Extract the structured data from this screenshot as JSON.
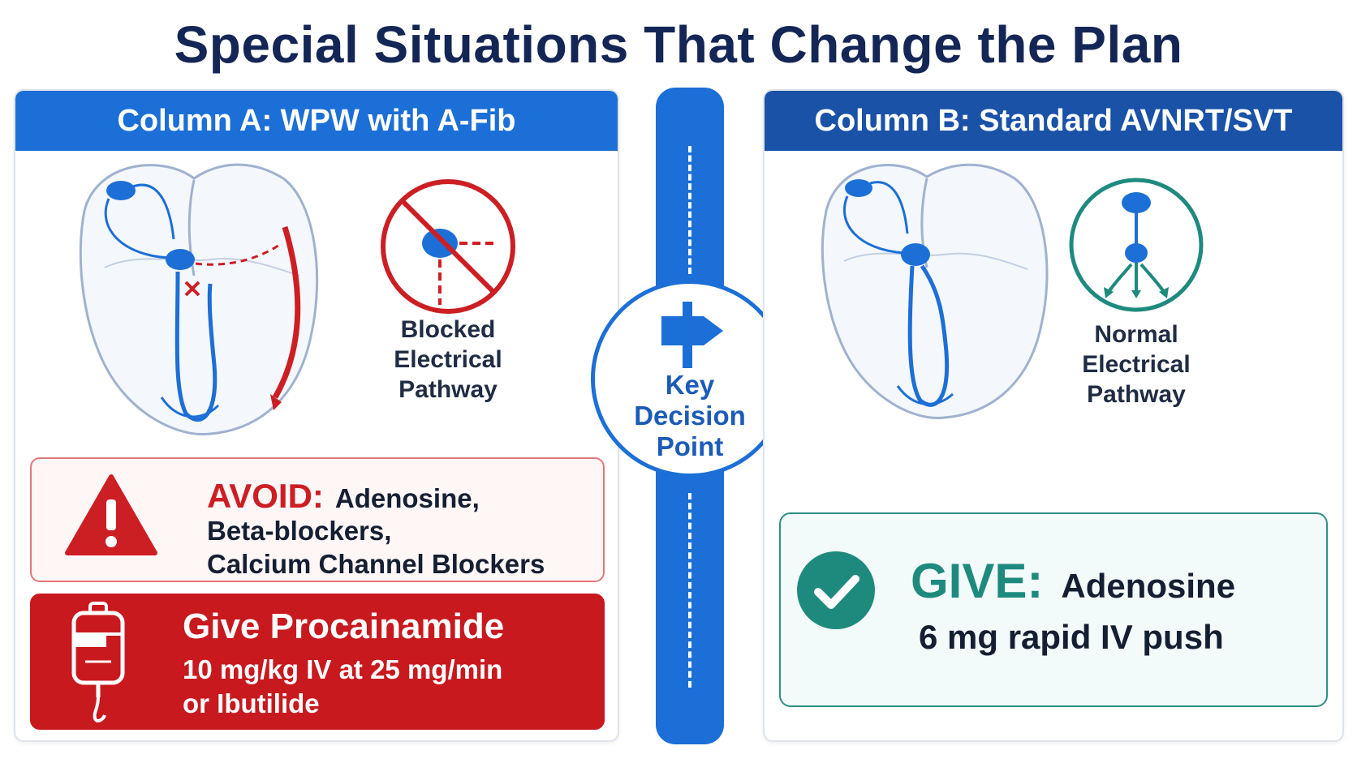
{
  "title": "Special Situations That Change the Plan",
  "colors": {
    "blue": "#1c6fd6",
    "dark_blue": "#1a52a8",
    "red": "#cc1f24",
    "teal": "#1e8a7e",
    "navy_text": "#142655"
  },
  "column_a": {
    "header": "Column A: WPW with A-Fib",
    "pathway_icon": "blocked-pathway-icon",
    "pathway_label": [
      "Blocked",
      "Electrical",
      "Pathway"
    ],
    "avoid": {
      "icon": "warning-icon",
      "label": "AVOID:",
      "line1": "Adenosine,",
      "line2": "Beta-blockers,",
      "line3": "Calcium Channel Blockers"
    },
    "give": {
      "icon": "iv-bag-icon",
      "title": "Give Procainamide",
      "line2": "10 mg/kg IV at 25 mg/min",
      "line3": "or Ibutilide"
    }
  },
  "divider": {
    "icon": "signpost-arrow-icon",
    "label": [
      "Key",
      "Decision",
      "Point"
    ]
  },
  "column_b": {
    "header": "Column B: Standard AVNRT/SVT",
    "pathway_icon": "normal-pathway-icon",
    "pathway_label": [
      "Normal",
      "Electrical",
      "Pathway"
    ],
    "give": {
      "icon": "checkmark-icon",
      "label": "GIVE:",
      "drug": "Adenosine",
      "dose": "6 mg rapid IV push"
    }
  }
}
